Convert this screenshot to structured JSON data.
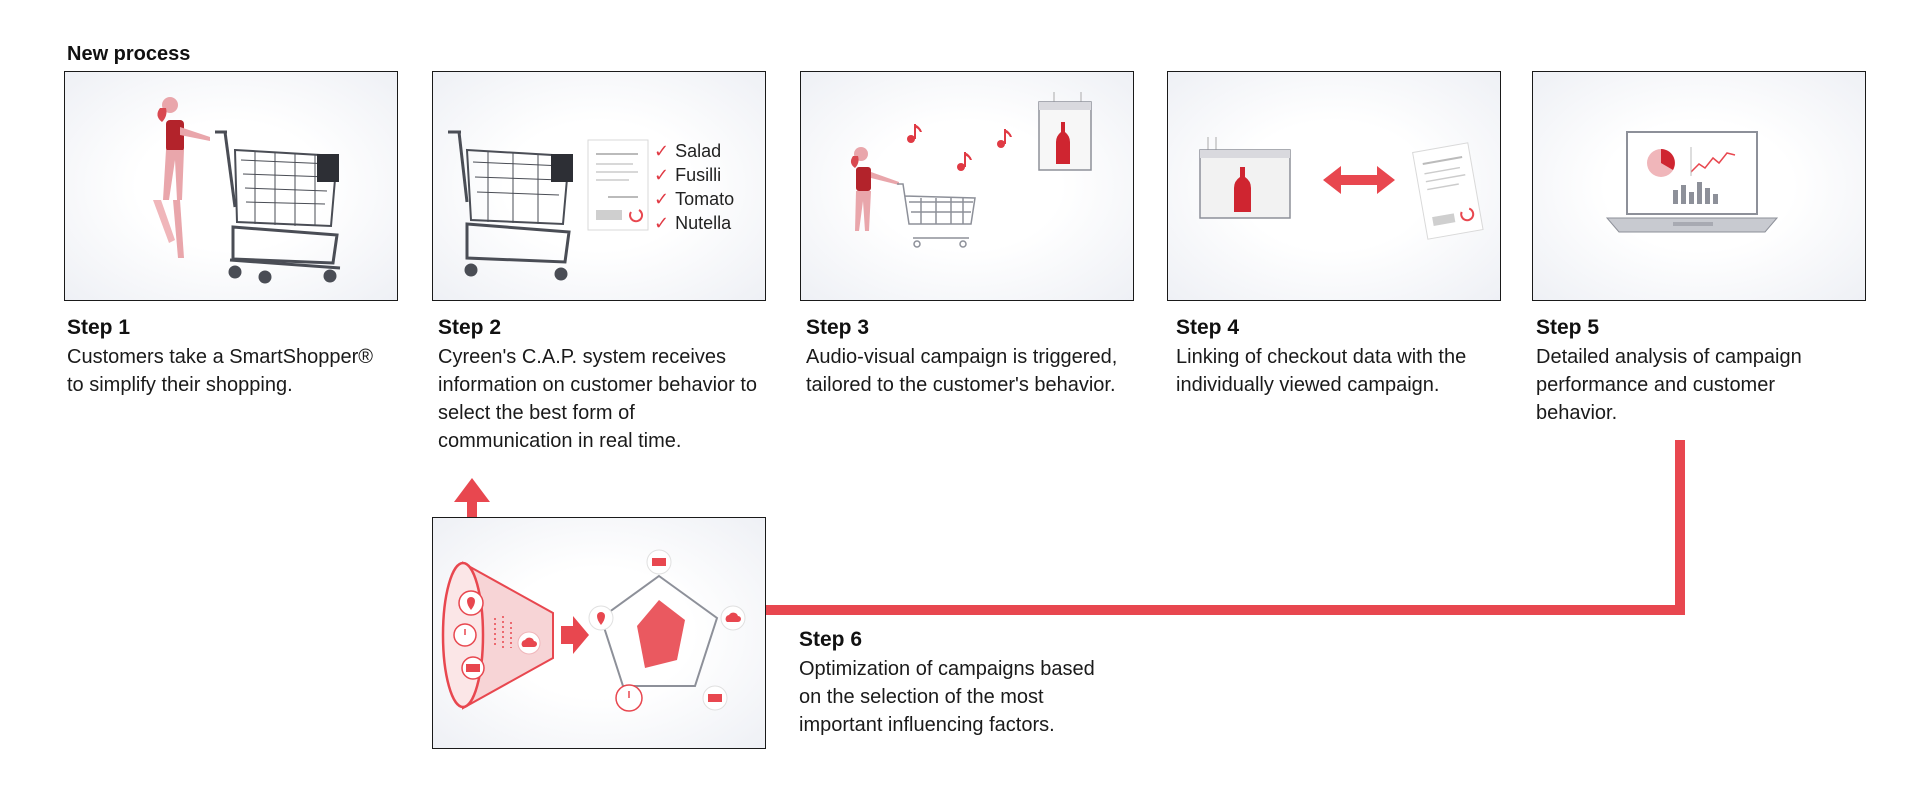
{
  "heading": "New process",
  "colors": {
    "accent": "#e8474f",
    "border": "#1a1a1a",
    "gray": "#8d9099"
  },
  "steps": [
    {
      "title": "Step 1",
      "text": "Customers take a SmartShopper®\nto simplify their shopping."
    },
    {
      "title": "Step 2",
      "text": "Cyreen's C.A.P. system receives information on customer behavior to select the best form of communication in real time."
    },
    {
      "title": "Step 3",
      "text": "Audio-visual campaign is triggered, tailored to the customer's behavior."
    },
    {
      "title": "Step 4",
      "text": "Linking of checkout data with the individually viewed campaign."
    },
    {
      "title": "Step 5",
      "text": "Detailed analysis of campaign performance and customer behavior."
    },
    {
      "title": "Step 6",
      "text": "Optimization of campaigns based on the selection of the most important influencing factors."
    }
  ],
  "shopping_list": [
    "Salad",
    "Fusilli",
    "Tomato",
    "Nutella"
  ],
  "icons": {
    "step1": [
      "woman-shopper-icon",
      "shopping-cart-icon"
    ],
    "step2": [
      "shopping-cart-icon",
      "receipt-icon",
      "checkmark-icon"
    ],
    "step3": [
      "woman-shopper-icon",
      "music-note-icon",
      "display-screen-icon",
      "bottle-icon"
    ],
    "step4": [
      "display-screen-icon",
      "double-arrow-icon",
      "receipt-icon"
    ],
    "step5": [
      "laptop-icon",
      "pie-chart-icon",
      "bar-chart-icon",
      "line-chart-icon"
    ],
    "step6": [
      "funnel-icon",
      "location-pin-icon",
      "clock-icon",
      "cloud-icon",
      "coupon-icon",
      "pentagon-radar-icon",
      "arrow-right-icon"
    ]
  }
}
